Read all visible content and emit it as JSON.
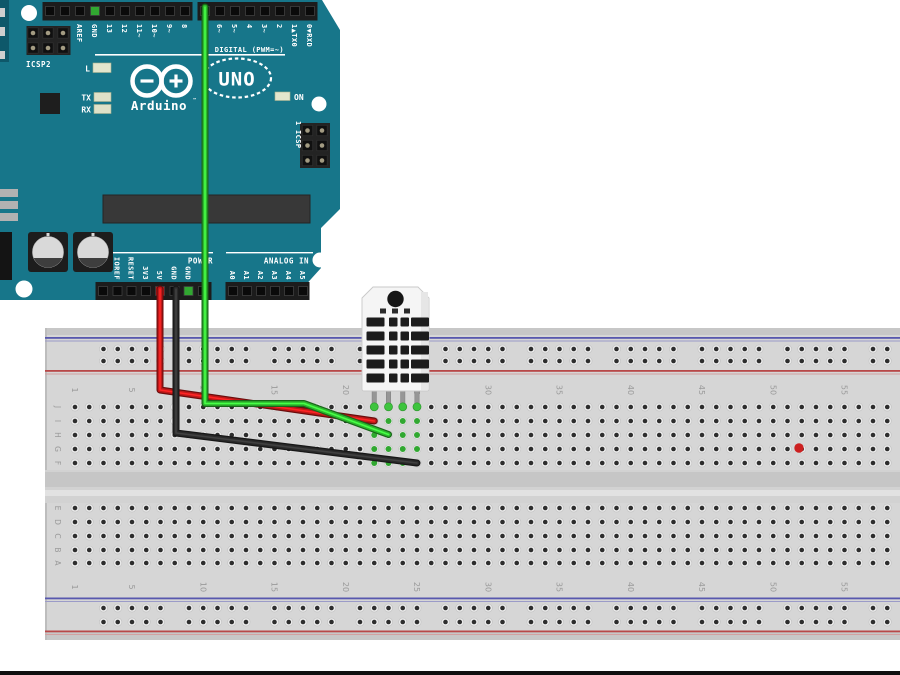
{
  "arduino": {
    "board_color": "#17768a",
    "digital_caption": "DIGITAL (PWM=~)",
    "digital_left_labels": [
      "AREF",
      "GND",
      "13",
      "12",
      "11~",
      "10~",
      "9~",
      "8"
    ],
    "digital_right_labels": [
      "6~",
      "5~",
      "4",
      "3~",
      "2",
      "1▲TX0",
      "0▼RXD"
    ],
    "power_caption": "POWER",
    "power_labels": [
      "IOREF",
      "RESET",
      "3V3",
      "5V",
      "GND",
      "GND"
    ],
    "analog_caption": "ANALOG IN",
    "analog_labels": [
      "A0",
      "A1",
      "A2",
      "A3",
      "A4",
      "A5"
    ],
    "icsp2_label": "ICSP2",
    "icsp_label": "ICSP",
    "icsp_pin1_label": "1",
    "led_l_label": "L",
    "led_tx_label": "TX",
    "led_rx_label": "RX",
    "led_on_label": "ON",
    "brand": "Arduino",
    "trademark": "™",
    "model": "UNO"
  },
  "breadboard": {
    "column_numbers": [
      "1",
      "5",
      "10",
      "15",
      "20",
      "25",
      "30",
      "35",
      "40",
      "45",
      "50",
      "55"
    ],
    "row_letters_top": [
      "J",
      "I",
      "H",
      "G",
      "F"
    ],
    "row_letters_bottom": [
      "E",
      "D",
      "C",
      "B",
      "A"
    ],
    "rail_blue_color": "#5858ae",
    "rail_red_color": "#b84848",
    "marker_dot_color": "#cc2020"
  },
  "wires": {
    "power_5v_color": "#c01818",
    "ground_color": "#2a2a2a",
    "data_signal_color": "#2eb82e"
  }
}
